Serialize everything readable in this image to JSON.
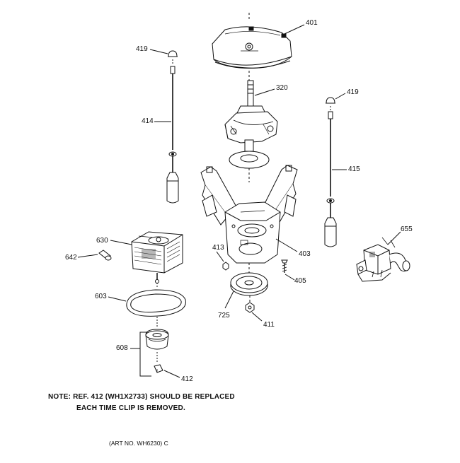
{
  "labels": {
    "p401": "401",
    "p419a": "419",
    "p320": "320",
    "p419b": "419",
    "p414": "414",
    "p415": "415",
    "p655": "655",
    "p630": "630",
    "p413": "413",
    "p403": "403",
    "p642": "642",
    "p405": "405",
    "p603": "603",
    "p725": "725",
    "p411": "411",
    "p608": "608",
    "p412": "412"
  },
  "note": {
    "line1": "NOTE: REF. 412 (WH1X2733) SHOULD BE REPLACED",
    "line2": "EACH TIME CLIP IS REMOVED."
  },
  "art_number": "(ART NO. WH6230) C"
}
